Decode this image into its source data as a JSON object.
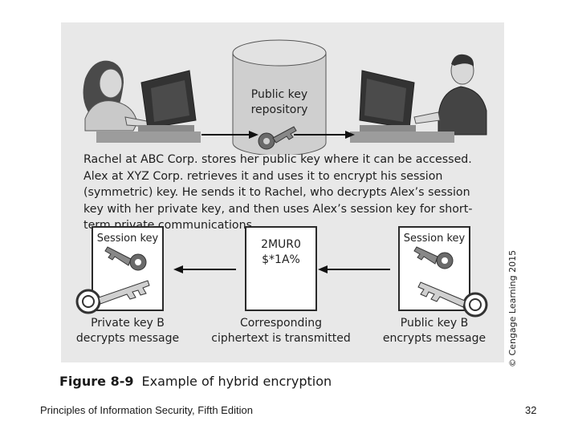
{
  "repository": {
    "line1": "Public key",
    "line2": "repository"
  },
  "description": "Rachel at ABC Corp. stores her public key where it can be accessed. Alex at XYZ Corp. retrieves it and uses it to encrypt his session (symmetric) key. He sends it to Rachel, who decrypts Alex’s session key with her private key, and then uses Alex’s session key for short-term private communications.",
  "left_box": {
    "label": "Session key",
    "caption_line1": "Private key B",
    "caption_line2": "decrypts message"
  },
  "middle_box": {
    "line1": "2MUR0",
    "line2": "$*1A%",
    "caption_line1": "Corresponding",
    "caption_line2": "ciphertext is transmitted"
  },
  "right_box": {
    "label": "Session key",
    "caption_line1": "Public key B",
    "caption_line2": "encrypts message"
  },
  "copyright": "© Cengage Learning 2015",
  "figure": {
    "number": "Figure 8-9",
    "title": "Example of hybrid encryption"
  },
  "footer": {
    "book_title": "Principles of Information Security, Fifth Edition",
    "page_number": "32"
  }
}
